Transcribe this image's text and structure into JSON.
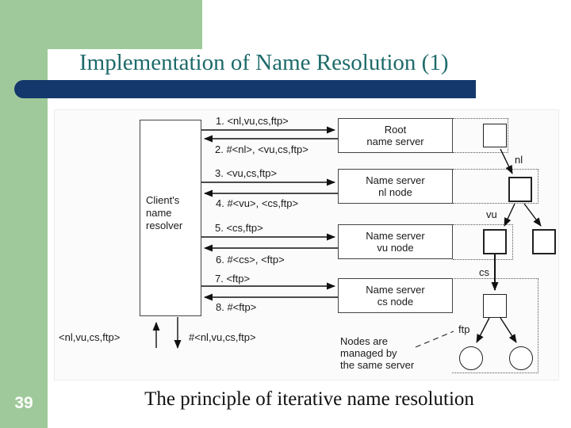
{
  "slide": {
    "number": "39",
    "title": "Implementation of Name Resolution (1)",
    "caption": "The principle of iterative name resolution"
  },
  "colors": {
    "sidebar_green": "#9FC99A",
    "bar_navy": "#14386B",
    "title_teal": "#1E6A6A",
    "diagram_ink": "#111111"
  },
  "diagram": {
    "client": {
      "line1": "Client's",
      "line2": "name",
      "line3": "resolver"
    },
    "servers": [
      {
        "line1": "Root",
        "line2": "name server"
      },
      {
        "line1": "Name server",
        "line2": "nl node"
      },
      {
        "line1": "Name server",
        "line2": "vu node"
      },
      {
        "line1": "Name server",
        "line2": "cs node"
      }
    ],
    "messages": [
      {
        "label": "1. <nl,vu,cs,ftp>",
        "direction": "request"
      },
      {
        "label": "2. #<nl>, <vu,cs,ftp>",
        "direction": "response"
      },
      {
        "label": "3. <vu,cs,ftp>",
        "direction": "request"
      },
      {
        "label": "4. #<vu>, <cs,ftp>",
        "direction": "response"
      },
      {
        "label": "5. <cs,ftp>",
        "direction": "request"
      },
      {
        "label": "6. #<cs>, <ftp>",
        "direction": "response"
      },
      {
        "label": "7. <ftp>",
        "direction": "request"
      },
      {
        "label": "8. #<ftp>",
        "direction": "response"
      }
    ],
    "bottom": {
      "query": "<nl,vu,cs,ftp>",
      "result": "#<nl,vu,cs,ftp>"
    },
    "tree_labels": {
      "nl": "nl",
      "vu": "vu",
      "cs": "cs",
      "ftp": "ftp"
    },
    "note": {
      "line1": "Nodes are",
      "line2": "managed by",
      "line3": "the same server"
    }
  }
}
